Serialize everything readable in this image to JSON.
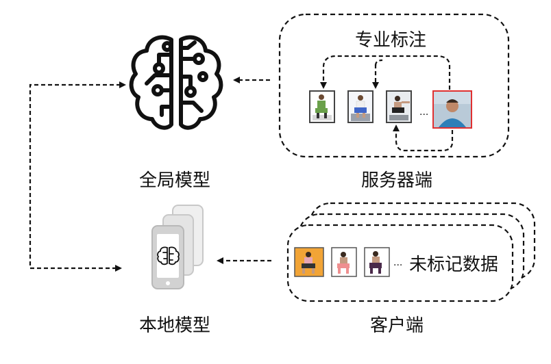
{
  "labels": {
    "global_model": "全局模型",
    "local_model": "本地模型",
    "server": "服务器端",
    "client": "客户端",
    "expert_annotation": "专业标注",
    "unlabeled_data": "未标记数据"
  },
  "ellipsis": "···",
  "icons": {
    "global_model": "brain-circuit-icon",
    "local_model": "stacked-phones-with-brain-icon"
  },
  "colors": {
    "stroke": "#111111",
    "highlight_frame": "#e03030",
    "phone_gray": "#c8c8c8"
  }
}
